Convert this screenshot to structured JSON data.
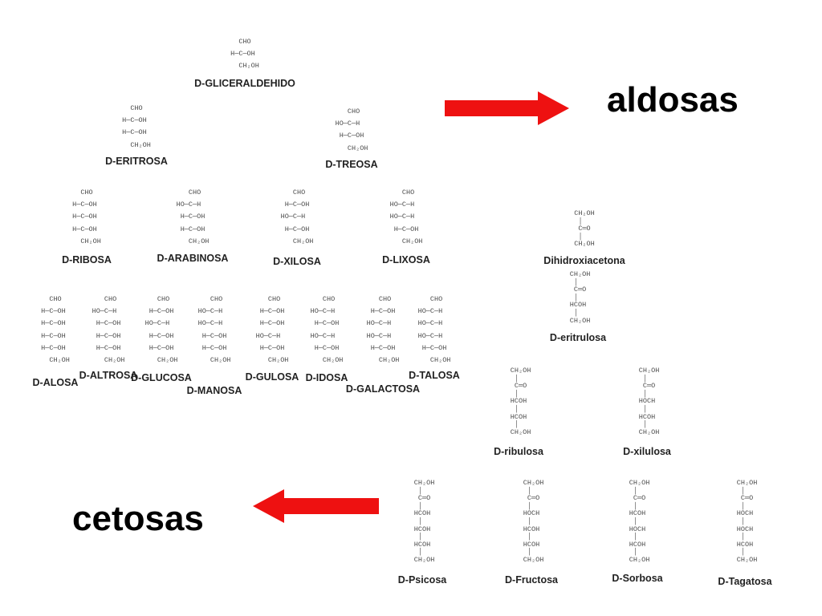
{
  "labels": {
    "aldosas": "aldosas",
    "cetosas": "cetosas"
  },
  "colors": {
    "arrow": "#ee1111",
    "text": "#000000"
  },
  "aldoses": {
    "gliceraldehido": {
      "name": "D-GLICERALDEHIDO",
      "formula": "  CHO\nH─C─OH\n  CH₂OH"
    },
    "eritrosa": {
      "name": "D-ERITROSA",
      "formula": "  CHO\nH─C─OH\nH─C─OH\n  CH₂OH"
    },
    "treosa": {
      "name": "D-TREOSA",
      "formula": "   CHO\nHO─C─H\n H─C─OH\n   CH₂OH"
    },
    "ribosa": {
      "name": "D-RIBOSA",
      "formula": "  CHO\nH─C─OH\nH─C─OH\nH─C─OH\n  CH₂OH"
    },
    "arabinosa": {
      "name": "D-ARABINOSA",
      "formula": "   CHO\nHO─C─H\n H─C─OH\n H─C─OH\n   CH₂OH"
    },
    "xilosa": {
      "name": "D-XILOSA",
      "formula": "   CHO\n H─C─OH\nHO─C─H\n H─C─OH\n   CH₂OH"
    },
    "lixosa": {
      "name": "D-LIXOSA",
      "formula": "   CHO\nHO─C─H\nHO─C─H\n H─C─OH\n   CH₂OH"
    },
    "alosa": {
      "name": "D-ALOSA",
      "formula": "  CHO\nH─C─OH\nH─C─OH\nH─C─OH\nH─C─OH\n  CH₂OH"
    },
    "altrosa": {
      "name": "D-ALTROSA",
      "formula": "   CHO\nHO─C─H\n H─C─OH\n H─C─OH\n H─C─OH\n   CH₂OH"
    },
    "glucosa": {
      "name": "D-GLUCOSA",
      "formula": "   CHO\n H─C─OH\nHO─C─H\n H─C─OH\n H─C─OH\n   CH₂OH"
    },
    "manosa": {
      "name": "D-MANOSA",
      "formula": "   CHO\nHO─C─H\nHO─C─H\n H─C─OH\n H─C─OH\n   CH₂OH"
    },
    "gulosa": {
      "name": "D-GULOSA",
      "formula": "   CHO\n H─C─OH\n H─C─OH\nHO─C─H\n H─C─OH\n   CH₂OH"
    },
    "idosa": {
      "name": "D-IDOSA",
      "formula": "   CHO\nHO─C─H\n H─C─OH\nHO─C─H\n H─C─OH\n   CH₂OH"
    },
    "galactosa": {
      "name": "D-GALACTOSA",
      "formula": "   CHO\n H─C─OH\nHO─C─H\nHO─C─H\n H─C─OH\n   CH₂OH"
    },
    "talosa": {
      "name": "D-TALOSA",
      "formula": "   CHO\nHO─C─H\nHO─C─H\nHO─C─H\n H─C─OH\n   CH₂OH"
    }
  },
  "ketoses": {
    "dihidroxiacetona": {
      "name": "Dihidroxiacetona",
      "formula": "CH₂OH\n │\n C═O\n │\nCH₂OH"
    },
    "eritrulosa": {
      "name": "D-eritrulosa",
      "formula": " CH₂OH\n  │\n  C═O\n  │\n HCOH\n  │\n CH₂OH"
    },
    "ribulosa": {
      "name": "D-ribulosa",
      "formula": " CH₂OH\n  │\n  C═O\n  │\n HCOH\n  │\n HCOH\n  │\n CH₂OH"
    },
    "xilulosa": {
      "name": "D-xilulosa",
      "formula": " CH₂OH\n  │\n  C═O\n  │\n HOCH\n  │\n HCOH\n  │\n CH₂OH"
    },
    "psicosa": {
      "name": "D-Psicosa",
      "formula": " CH₂OH\n  │\n  C═O\n  │\n HCOH\n  │\n HCOH\n  │\n HCOH\n  │\n CH₂OH"
    },
    "fructosa": {
      "name": "D-Fructosa",
      "formula": " CH₂OH\n  │\n  C═O\n  │\n HOCH\n  │\n HCOH\n  │\n HCOH\n  │\n CH₂OH"
    },
    "sorbosa": {
      "name": "D-Sorbosa",
      "formula": " CH₂OH\n  │\n  C═O\n  │\n HCOH\n  │\n HOCH\n  │\n HCOH\n  │\n CH₂OH"
    },
    "tagatosa": {
      "name": "D-Tagatosa",
      "formula": " CH₂OH\n  │\n  C═O\n  │\n HOCH\n  │\n HOCH\n  │\n HCOH\n  │\n CH₂OH"
    }
  }
}
